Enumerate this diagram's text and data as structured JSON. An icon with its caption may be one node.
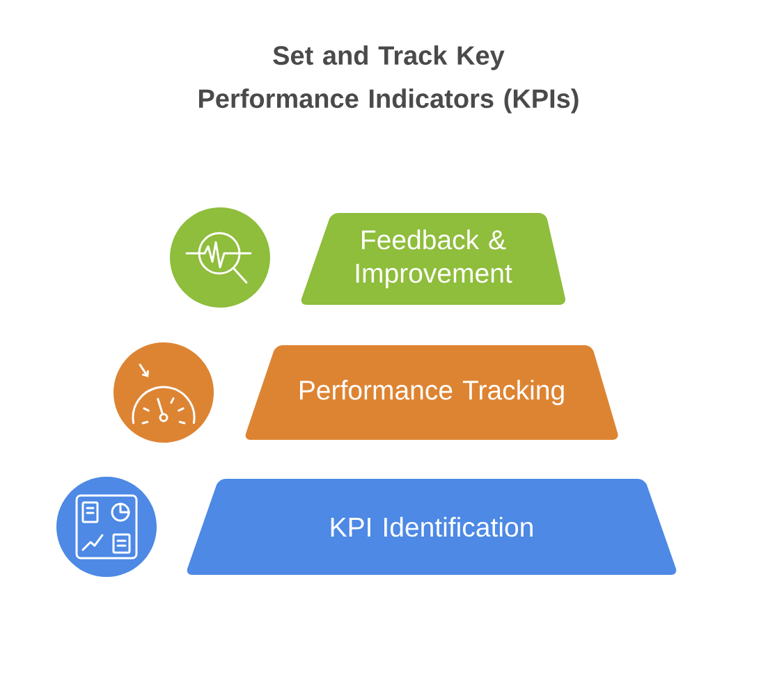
{
  "diagram": {
    "title": "Set and Track Key Performance Indicators (KPIs)",
    "nodes": [
      {
        "text": [
          "Feedback & Improvement"
        ]
      },
      {
        "text": [
          "Performance Tracking"
        ]
      },
      {
        "text": [
          "KPI Identification"
        ]
      }
    ]
  }
}
